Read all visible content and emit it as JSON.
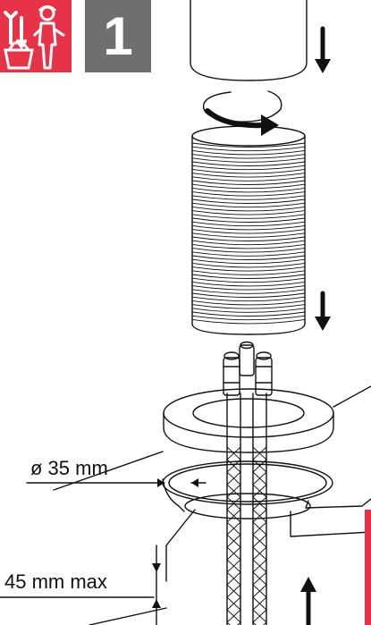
{
  "header": {
    "step_number": "1",
    "installer_icon": "installer-with-tools-icon",
    "badge_color": "#e63347",
    "step_badge_color": "#6f6f6f"
  },
  "annotations": {
    "diameter": "ø 35 mm",
    "depth": "45 mm max"
  },
  "colors": {
    "line": "#111111",
    "accent": "#e63347"
  }
}
